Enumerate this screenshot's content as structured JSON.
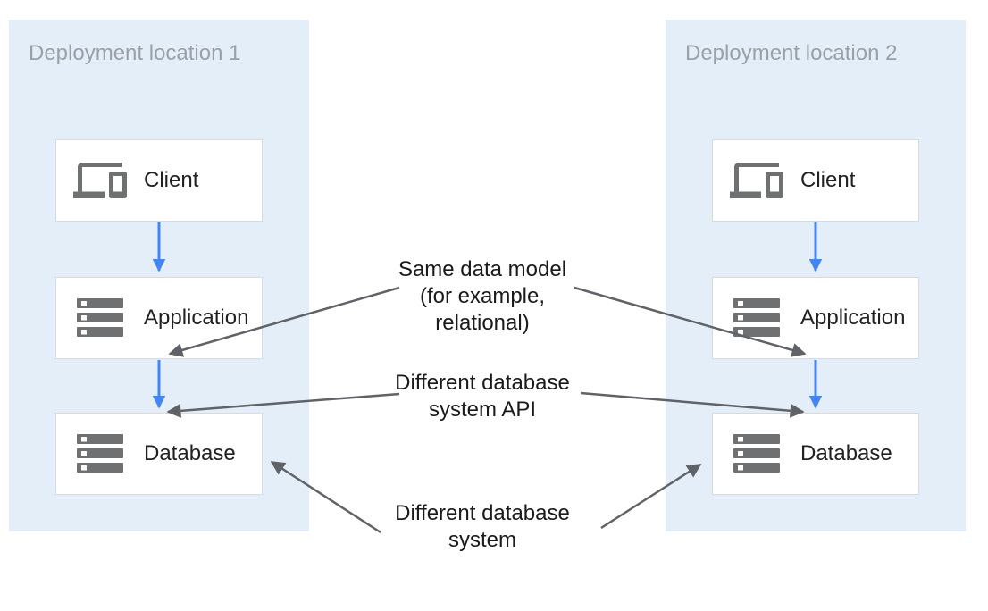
{
  "diagram": {
    "panels": [
      {
        "title": "Deployment location 1",
        "nodes": [
          {
            "label": "Client",
            "icon": "devices-icon"
          },
          {
            "label": "Application",
            "icon": "storage-icon"
          },
          {
            "label": "Database",
            "icon": "storage-icon"
          }
        ]
      },
      {
        "title": "Deployment location 2",
        "nodes": [
          {
            "label": "Client",
            "icon": "devices-icon"
          },
          {
            "label": "Application",
            "icon": "storage-icon"
          },
          {
            "label": "Database",
            "icon": "storage-icon"
          }
        ]
      }
    ],
    "annotations": [
      {
        "lines": [
          "Same data model",
          "(for example,",
          "relational)"
        ]
      },
      {
        "lines": [
          "Different database",
          "system API"
        ]
      },
      {
        "lines": [
          "Different database",
          "system"
        ]
      }
    ]
  },
  "colors": {
    "panel_bg": "#e4eef9",
    "panel_title_gray": "#9aa0a6",
    "box_border": "#d7dade",
    "icon_gray": "#6e7072",
    "label_dark": "#212121",
    "annotation_dark": "#1a1a1a",
    "arrow_blue": "#4285f4",
    "arrow_gray": "#5f6368"
  }
}
